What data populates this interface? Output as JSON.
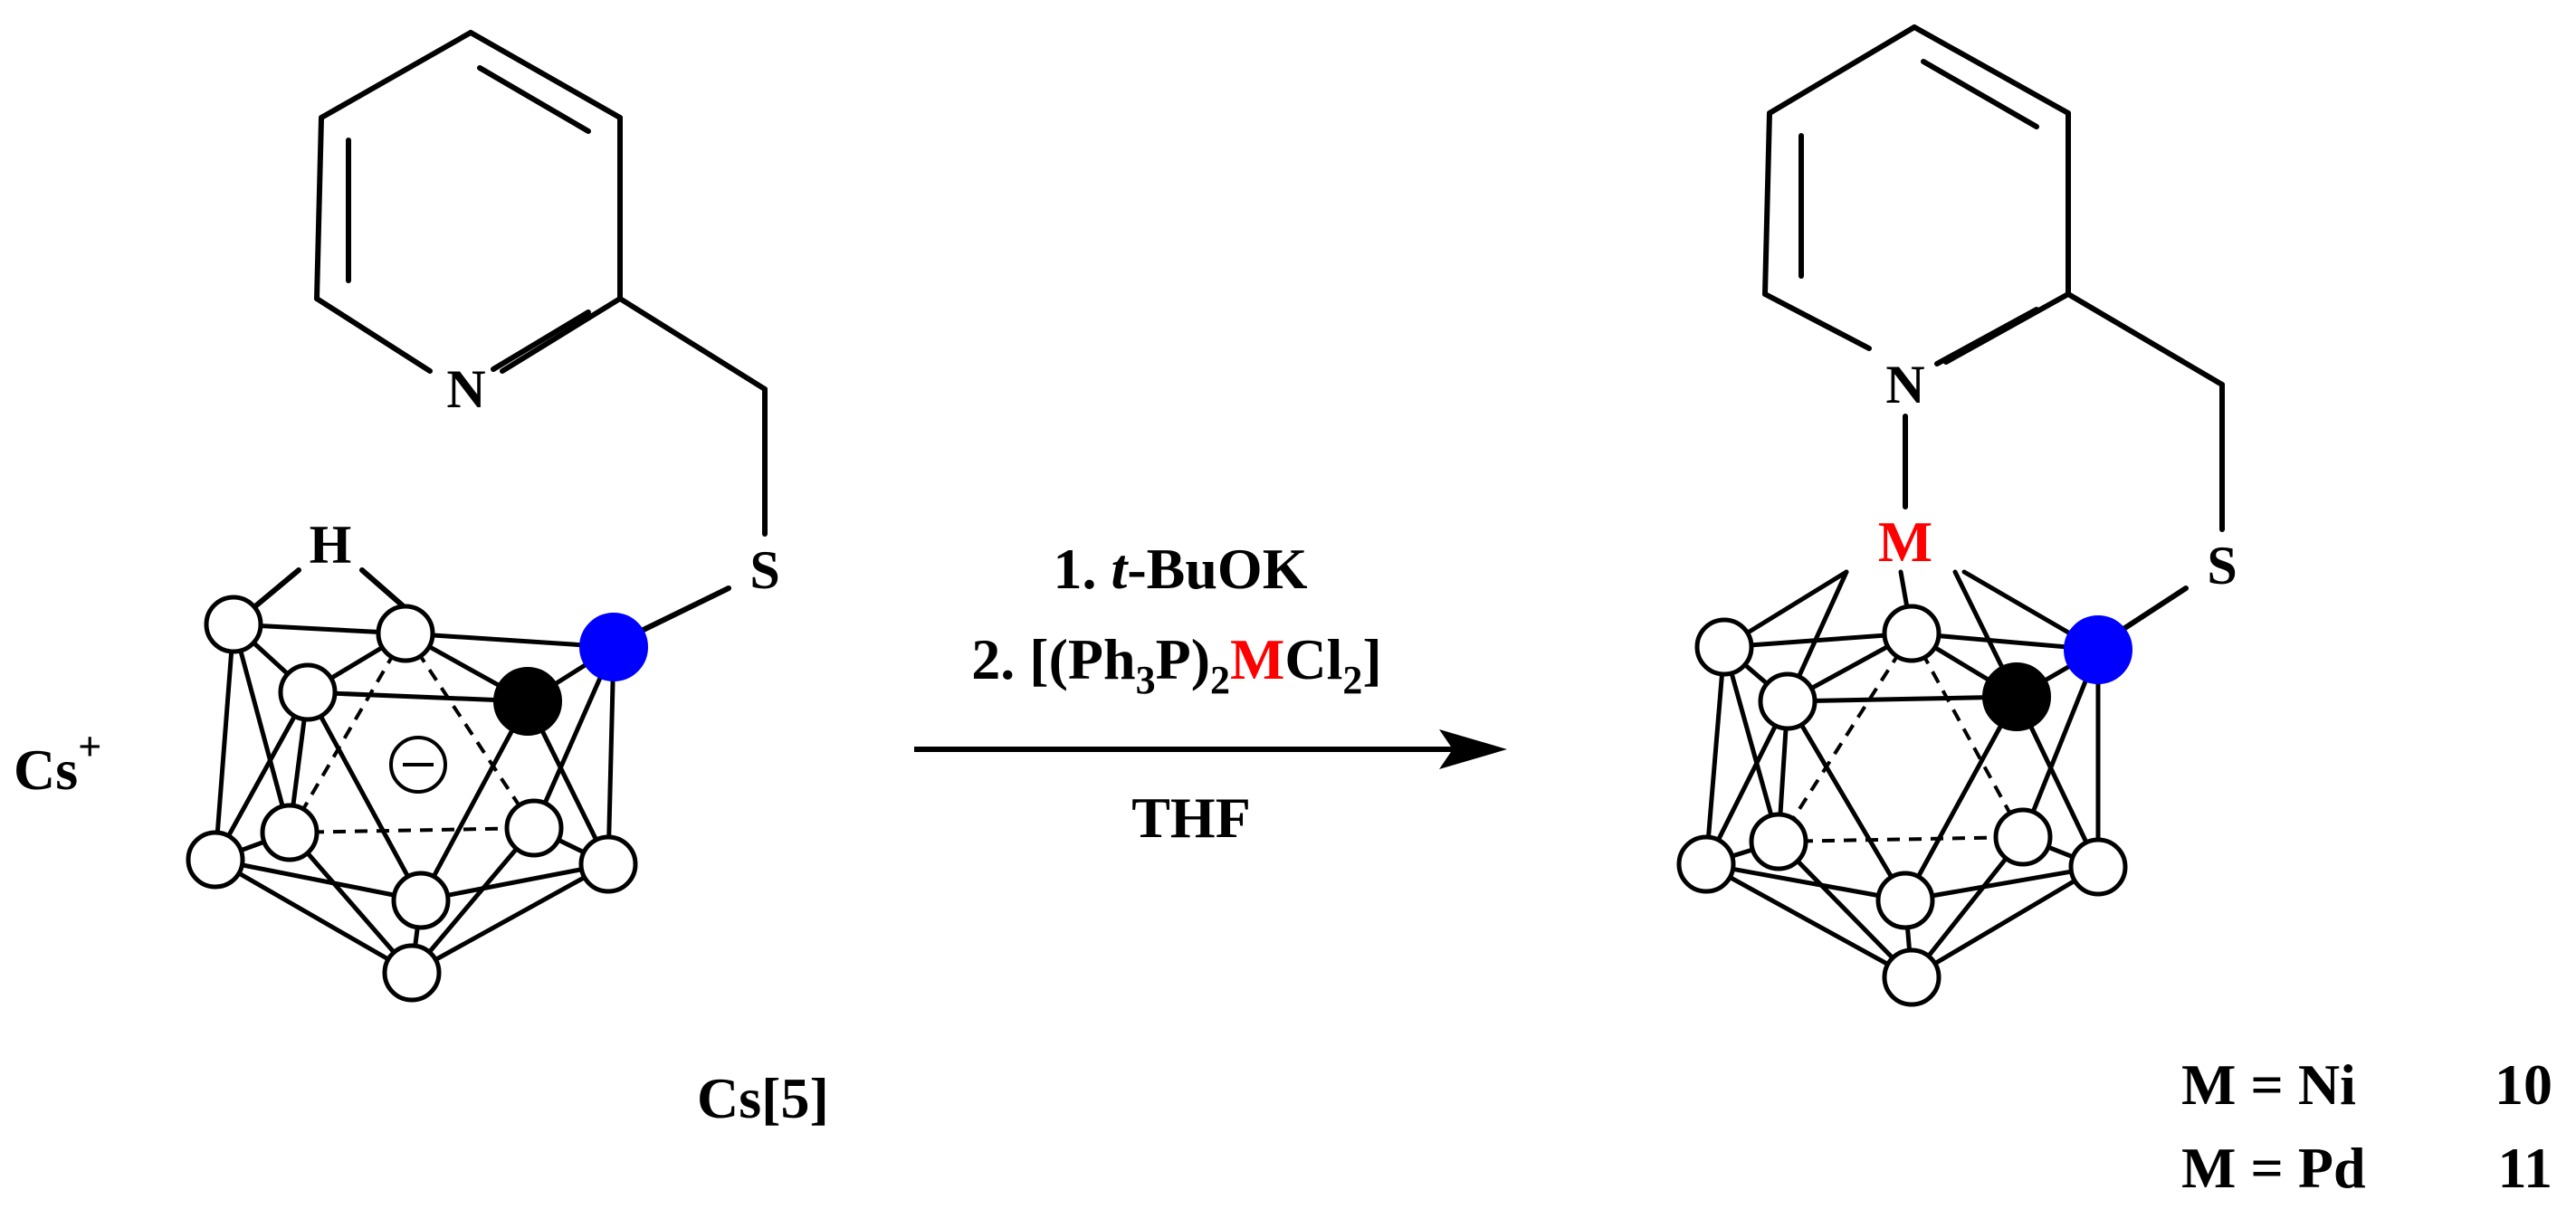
{
  "reactant": {
    "counterion": "Cs",
    "counterion_charge": "+",
    "atoms": {
      "n": "N",
      "s": "S",
      "h": "H",
      "charge": "−"
    },
    "label_prefix": "Cs[",
    "label_number": "5",
    "label_suffix": "]"
  },
  "conditions": {
    "step1_number": "1.",
    "step1_italic": "t",
    "step1_rest": "-BuOK",
    "step2_number": "2.",
    "step2_open": "[(Ph",
    "step2_sub3": "3",
    "step2_p": "P)",
    "step2_sub2": "2",
    "step2_metal": "M",
    "step2_cl": "Cl",
    "step2_sub2b": "2",
    "step2_close": "]",
    "solvent": "THF"
  },
  "product": {
    "atoms": {
      "n": "N",
      "s": "S",
      "m": "M"
    },
    "legend": [
      {
        "text": "M = Ni",
        "number": "10"
      },
      {
        "text": "M = Pd",
        "number": "11"
      }
    ]
  },
  "colors": {
    "metal": "#ff0000",
    "sulfur_carbon": "#0000ff",
    "cage_carbon": "#000000",
    "boron_vertex": "#ffffff",
    "text": "#000000"
  }
}
